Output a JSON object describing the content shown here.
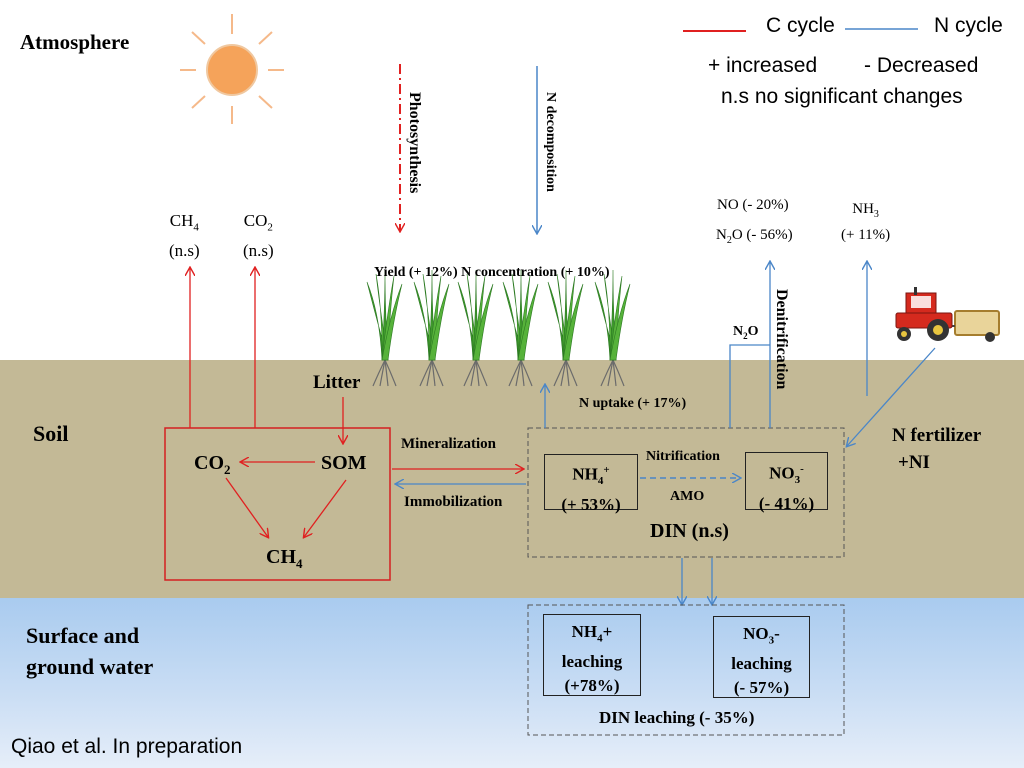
{
  "legend": {
    "c_cycle": "C cycle",
    "n_cycle": "N cycle",
    "increased": "+ increased",
    "decreased": "- Decreased",
    "no_change": "n.s no significant changes",
    "colors": {
      "c_cycle": "#e02020",
      "n_cycle": "#4a86c8"
    }
  },
  "zones": {
    "atmosphere": "Atmosphere",
    "soil": "Soil",
    "water_line1": "Surface and",
    "water_line2": "ground water"
  },
  "atmosphere": {
    "photosynthesis": "Photosynthesis",
    "n_decomposition": "N decomposition",
    "ch4_sym": "CH",
    "ch4_sub": "4",
    "ch4_change": "(n.s)",
    "co2_sym": "CO",
    "co2_sub": "2",
    "co2_change": "(n.s)",
    "no": "NO (- 20%)",
    "n2o_sym": "N",
    "n2o_sub": "2",
    "n2o_rest": "O (- 56%)",
    "nh3_sym": "NH",
    "nh3_sub": "3",
    "nh3_change": "(+ 11%)",
    "yield_label": "Yield (+ 12%)  N concentration (+ 10%)",
    "denitrification": "Denitrification",
    "n2o_flux_sym": "N",
    "n2o_flux_sub": "2",
    "n2o_flux_rest": "O"
  },
  "soil": {
    "litter": "Litter",
    "co2_sym": "CO",
    "co2_sub": "2",
    "som": "SOM",
    "ch4_sym": "CH",
    "ch4_sub": "4",
    "mineralization": "Mineralization",
    "immobilization": "Immobilization",
    "n_uptake": "N uptake (+ 17%)",
    "nitrification": "Nitrification",
    "amo": "AMO",
    "nh4_sym": "NH",
    "nh4_sub": "4",
    "nh4_sup": "+",
    "nh4_change": "(+ 53%)",
    "no3_sym": "NO",
    "no3_sub": "3",
    "no3_sup": "-",
    "no3_change": "(- 41%)",
    "din": "DIN (n.s)",
    "fertilizer": "N fertilizer",
    "ni": "+NI"
  },
  "water": {
    "nh4_sym": "NH",
    "nh4_sub": "4",
    "nh4_tail": "+",
    "nh4_leaching": "leaching",
    "nh4_change": "(+78%)",
    "no3_sym": "NO",
    "no3_sub": "3",
    "no3_tail": "-",
    "no3_leaching": "leaching",
    "no3_change": "(- 57%)",
    "din_leaching": "DIN leaching (- 35%)"
  },
  "credit": "Qiao et al. In preparation"
}
